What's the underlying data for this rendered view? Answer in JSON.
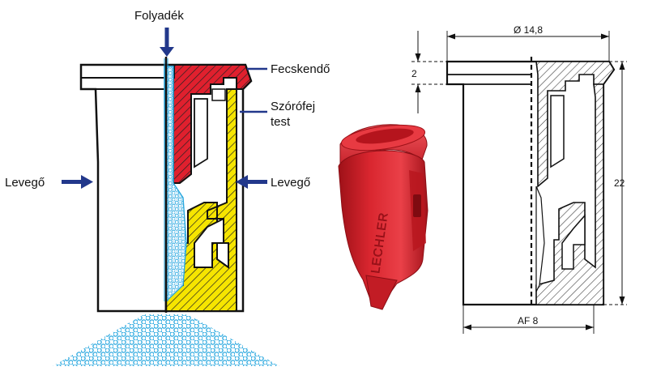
{
  "labels": {
    "fluid": "Folyadék",
    "injector": "Fecskendő",
    "nozzle_body_line1": "Szórófej",
    "nozzle_body_line2": "test",
    "air_left": "Levegő",
    "air_right": "Levegő"
  },
  "dimensions": {
    "diameter": "Ø 14,8",
    "height_small": "2",
    "height_total": "22",
    "wrench_size": "AF 8"
  },
  "photo": {
    "brand": "LECHLER"
  },
  "colors": {
    "fluid_blue": "#2aa8df",
    "injector_red": "#e0202e",
    "body_yellow": "#f6e500",
    "arrow_navy": "#22388b",
    "outline": "#111111",
    "nozzle_red": "#d6262d"
  },
  "icons": {
    "flow_arrow": "arrow-down-icon",
    "air_arrows": "arrow-icon"
  }
}
